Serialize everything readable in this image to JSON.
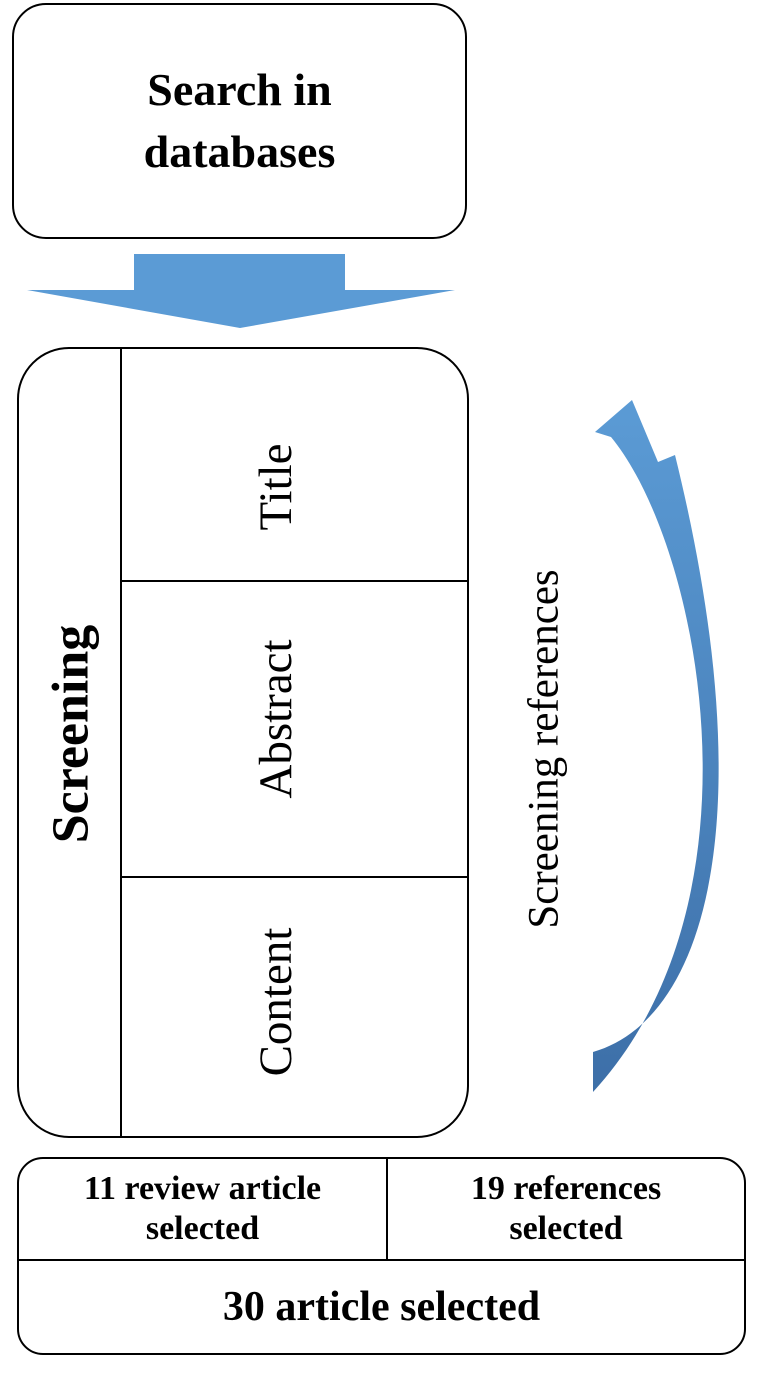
{
  "colors": {
    "arrow": "#5b9bd5",
    "arrow_dark": "#3d6fa8",
    "border": "#000000"
  },
  "search": {
    "label": "Search in\ndatabases"
  },
  "screening": {
    "label": "Screening",
    "steps": [
      "Title",
      "Abstract",
      "Content"
    ],
    "side_label": "Screening references"
  },
  "results": {
    "review_articles": "11 review article\nselected",
    "references": "19 references\nselected",
    "total": "30 article selected"
  }
}
